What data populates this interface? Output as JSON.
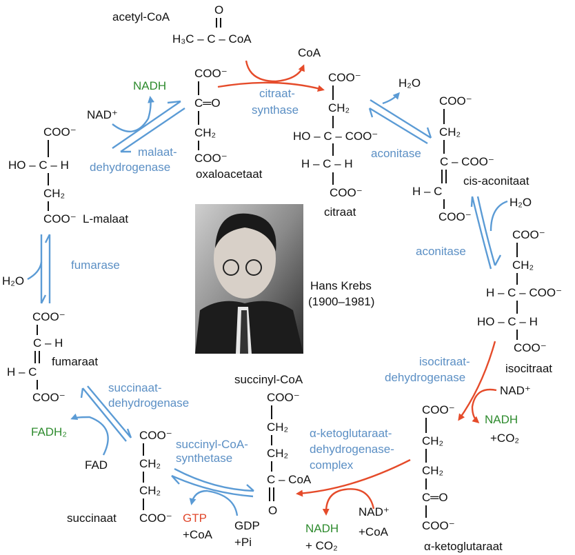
{
  "colors": {
    "enzyme": "#5b8fc4",
    "nadh": "#2e8b2e",
    "gtp": "#e0462a",
    "red_arrow": "#e54b2a",
    "blue_arrow": "#5b9bd5"
  },
  "molecules": {
    "acetyl_coa": {
      "label": "acetyl-CoA",
      "lines": [
        "O",
        "H₃C – C – CoA"
      ]
    },
    "oxaloacetate": {
      "label": "oxaloacetaat",
      "lines": [
        "COO⁻",
        "C═O",
        "CH₂",
        "COO⁻"
      ]
    },
    "citrate": {
      "label": "citraat",
      "lines": [
        "COO⁻",
        "CH₂",
        "HO – C – COO⁻",
        "H – C – H",
        "COO⁻"
      ]
    },
    "cis_aconitate": {
      "label": "cis-aconitaat",
      "lines": [
        "COO⁻",
        "CH₂",
        "C – COO⁻",
        "H – C",
        "COO⁻"
      ]
    },
    "isocitrate": {
      "label": "isocitraat",
      "lines": [
        "COO⁻",
        "CH₂",
        "H – C – COO⁻",
        "HO – C – H",
        "COO⁻"
      ]
    },
    "alpha_ketoglutarate": {
      "label": "α-ketoglutaraat",
      "lines": [
        "COO⁻",
        "CH₂",
        "CH₂",
        "C═O",
        "COO⁻"
      ]
    },
    "succinyl_coa": {
      "label": "succinyl-CoA",
      "lines": [
        "COO⁻",
        "CH₂",
        "CH₂",
        "C – CoA",
        "O"
      ]
    },
    "succinate": {
      "label": "succinaat",
      "lines": [
        "COO⁻",
        "CH₂",
        "CH₂",
        "COO⁻"
      ]
    },
    "fumarate": {
      "label": "fumaraat",
      "lines": [
        "COO⁻",
        "C – H",
        "H – C",
        "COO⁻"
      ]
    },
    "malate": {
      "label": "L-malaat",
      "lines": [
        "COO⁻",
        "HO – C – H",
        "CH₂",
        "COO⁻"
      ]
    }
  },
  "enzymes": {
    "citrate_synthase": [
      "citraat-",
      "synthase"
    ],
    "aconitase_1": "aconitase",
    "aconitase_2": "aconitase",
    "isocitrate_dh": [
      "isocitraat-",
      "dehydrogenase"
    ],
    "akg_dh": [
      "α-ketoglutaraat-",
      "dehydrogenase-",
      "complex"
    ],
    "succinyl_coa_synthetase": [
      "succinyl-CoA-",
      "synthetase"
    ],
    "succinate_dh": [
      "succinaat-",
      "dehydrogenase"
    ],
    "fumarase": "fumarase",
    "malate_dh": [
      "malaat-",
      "dehydrogenase"
    ]
  },
  "cofactors": {
    "coa_release": "CoA",
    "h2o_out": "H₂O",
    "h2o_in": "H₂O",
    "icdh_nad": "NAD⁺",
    "icdh_nadh": "NADH",
    "icdh_co2": "+CO₂",
    "akg_nad": "NAD⁺",
    "akg_coa": "+CoA",
    "akg_nadh": "NADH",
    "akg_co2": "+ CO₂",
    "gtp": "GTP",
    "gtp_coa": "+CoA",
    "gdp": "GDP",
    "pi": "+Pi",
    "fadh2": "FADH₂",
    "fad": "FAD",
    "fum_h2o": "H₂O",
    "mdh_nad": "NAD⁺",
    "mdh_nadh": "NADH"
  },
  "portrait": {
    "name": "Hans Krebs",
    "years": "(1900–1981)"
  }
}
